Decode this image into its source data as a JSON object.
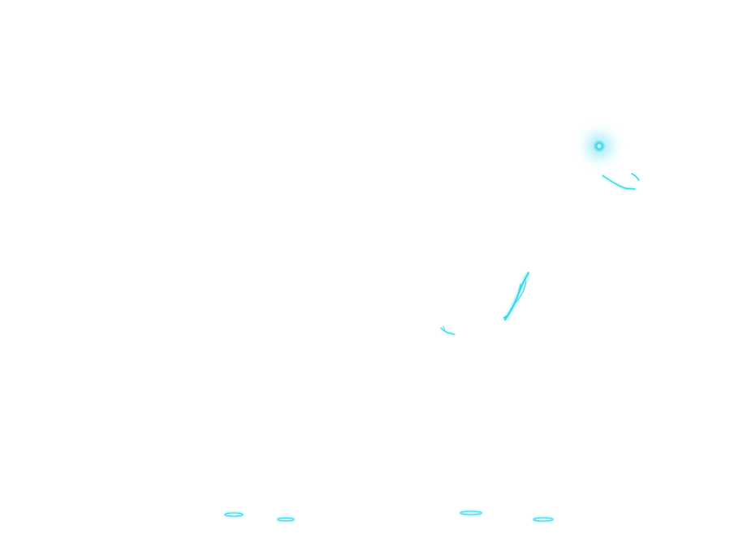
{
  "scene": {
    "background_color": "#ffffff",
    "glow_color": "#29d3ea",
    "glow_core_color": "#8ff0ff",
    "elements": [
      "eye-glow",
      "mouth-line",
      "mouth-tip",
      "claw-streak",
      "small-glint",
      "foot-glint-1",
      "foot-glint-2",
      "foot-glint-3",
      "foot-glint-4"
    ]
  }
}
